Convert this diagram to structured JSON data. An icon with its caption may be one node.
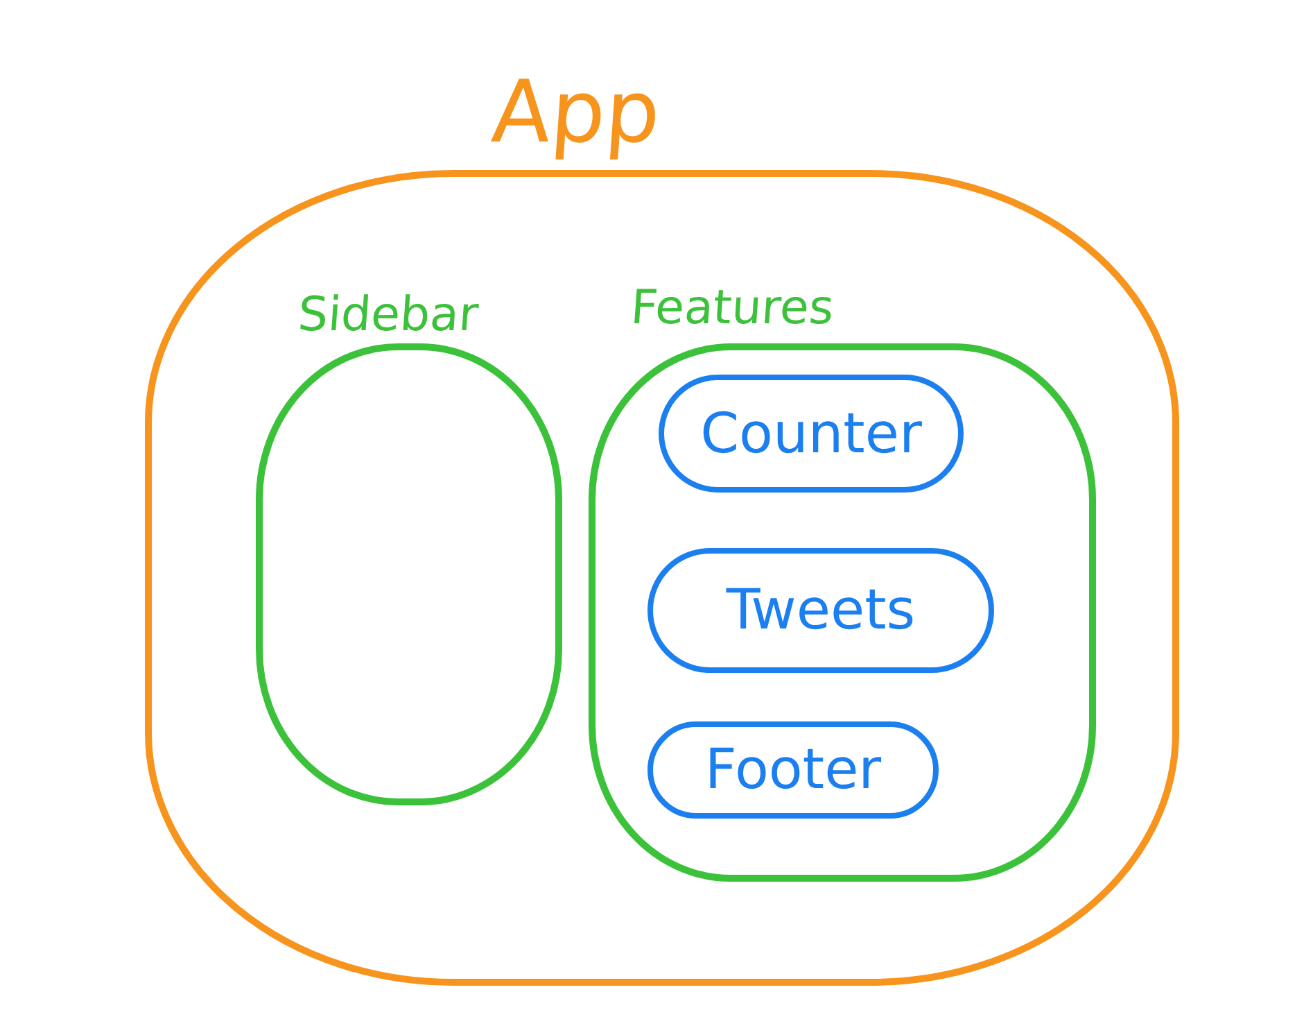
{
  "diagram": {
    "nodes": [
      {
        "text": [
          "App"
        ]
      },
      {
        "text": [
          "Sidebar"
        ],
        "in": 0
      },
      {
        "text": [
          "Features"
        ],
        "in": 0
      },
      {
        "text": [
          "Counter"
        ],
        "in": 2
      },
      {
        "text": [
          "Tweets"
        ],
        "in": 2
      },
      {
        "text": [
          "Footer"
        ],
        "in": 2
      }
    ]
  }
}
